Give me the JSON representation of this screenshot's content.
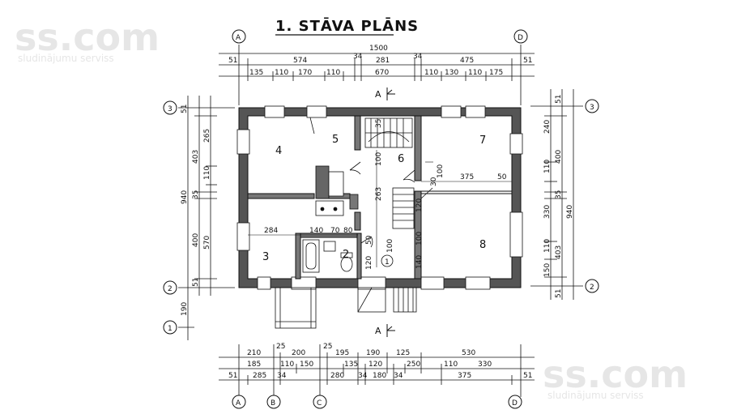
{
  "title": "1. STĀVA PLĀNS",
  "watermark": {
    "brand": "ss.com",
    "tagline": "sludinājumu serviss"
  },
  "section_mark": "A",
  "axes": {
    "a": "A",
    "b": "B",
    "c": "C",
    "d": "D",
    "row1": "1",
    "row2": "2",
    "row3": "3"
  },
  "rooms": {
    "r2": "2",
    "r3": "3",
    "r4": "4",
    "r5": "5",
    "r6": "6",
    "r7": "7",
    "r8": "8",
    "r1": "1"
  },
  "dims_top": {
    "overall": "1500",
    "l2": [
      "51",
      "574",
      "34",
      "281",
      "34",
      "475",
      "51"
    ],
    "l3": [
      "135",
      "110",
      "170",
      "110",
      "670",
      "110",
      "130",
      "110",
      "175"
    ]
  },
  "dims_bottom": {
    "l1": [
      "210",
      "25",
      "200",
      "25",
      "195",
      "190",
      "125",
      "530"
    ],
    "l2": [
      "185",
      "110",
      "150",
      "135",
      "120",
      "250",
      "110",
      "330"
    ],
    "l3": [
      "51",
      "285",
      "34",
      "280",
      "34",
      "180",
      "34",
      "375",
      "51"
    ]
  },
  "dims_left": {
    "outer": [
      "51",
      "940",
      "190"
    ],
    "mid": [
      "403",
      "35",
      "400",
      "51"
    ],
    "inner": [
      "265",
      "110",
      "570"
    ]
  },
  "dims_right": {
    "outer": [
      "51",
      "940",
      "51"
    ],
    "mid": [
      "400",
      "35",
      "403",
      "150"
    ],
    "inner": [
      "240",
      "110",
      "330",
      "110"
    ]
  },
  "dims_interior": {
    "living": [
      "375",
      "50",
      "100",
      "30"
    ],
    "corridor": [
      "263",
      "100",
      "35"
    ],
    "bath": [
      "284",
      "140",
      "70",
      "80"
    ],
    "hall": [
      "50",
      "100",
      "120",
      "100",
      "140",
      "120"
    ]
  }
}
